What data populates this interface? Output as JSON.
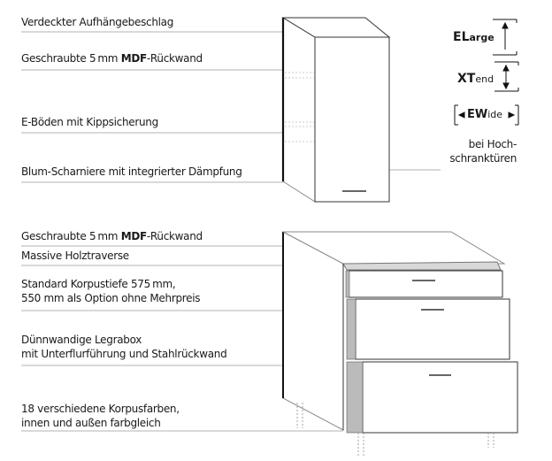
{
  "top_labels": [
    {
      "text": "Verdeckter Aufhängebeschlag"
    },
    {
      "pre": "Geschraubte 5 mm ",
      "bold": "MDF",
      "post": "-Rückwand"
    },
    {
      "text": "E-Böden mit Kippsicherung"
    },
    {
      "text": "Blum-Scharniere mit integrierter Dämpfung"
    }
  ],
  "bottom_labels": [
    {
      "pre": "Geschraubte 5 mm ",
      "bold": "MDF",
      "post": "-Rückwand"
    },
    {
      "text": "Massive Holztraverse"
    },
    {
      "line1": "Standard Korpustiefe 575 mm,",
      "line2": "550 mm als Option ohne Mehrpreis"
    },
    {
      "line1": "Dünnwandige Legrabox",
      "line2": "mit Unterflurführung und Stahlrückwand"
    },
    {
      "line1": "18 verschiedene Korpusfarben,",
      "line2": "innen und außen farbgleich"
    }
  ],
  "badges": {
    "elarge": {
      "bold": "EL",
      "rest": "arge"
    },
    "xtend": {
      "bold": "XT",
      "rest": "end"
    },
    "ewide": {
      "bold": "EW",
      "rest": "ide"
    }
  },
  "side_note": {
    "line1": "bei Hoch-",
    "line2": "schranktüren"
  }
}
